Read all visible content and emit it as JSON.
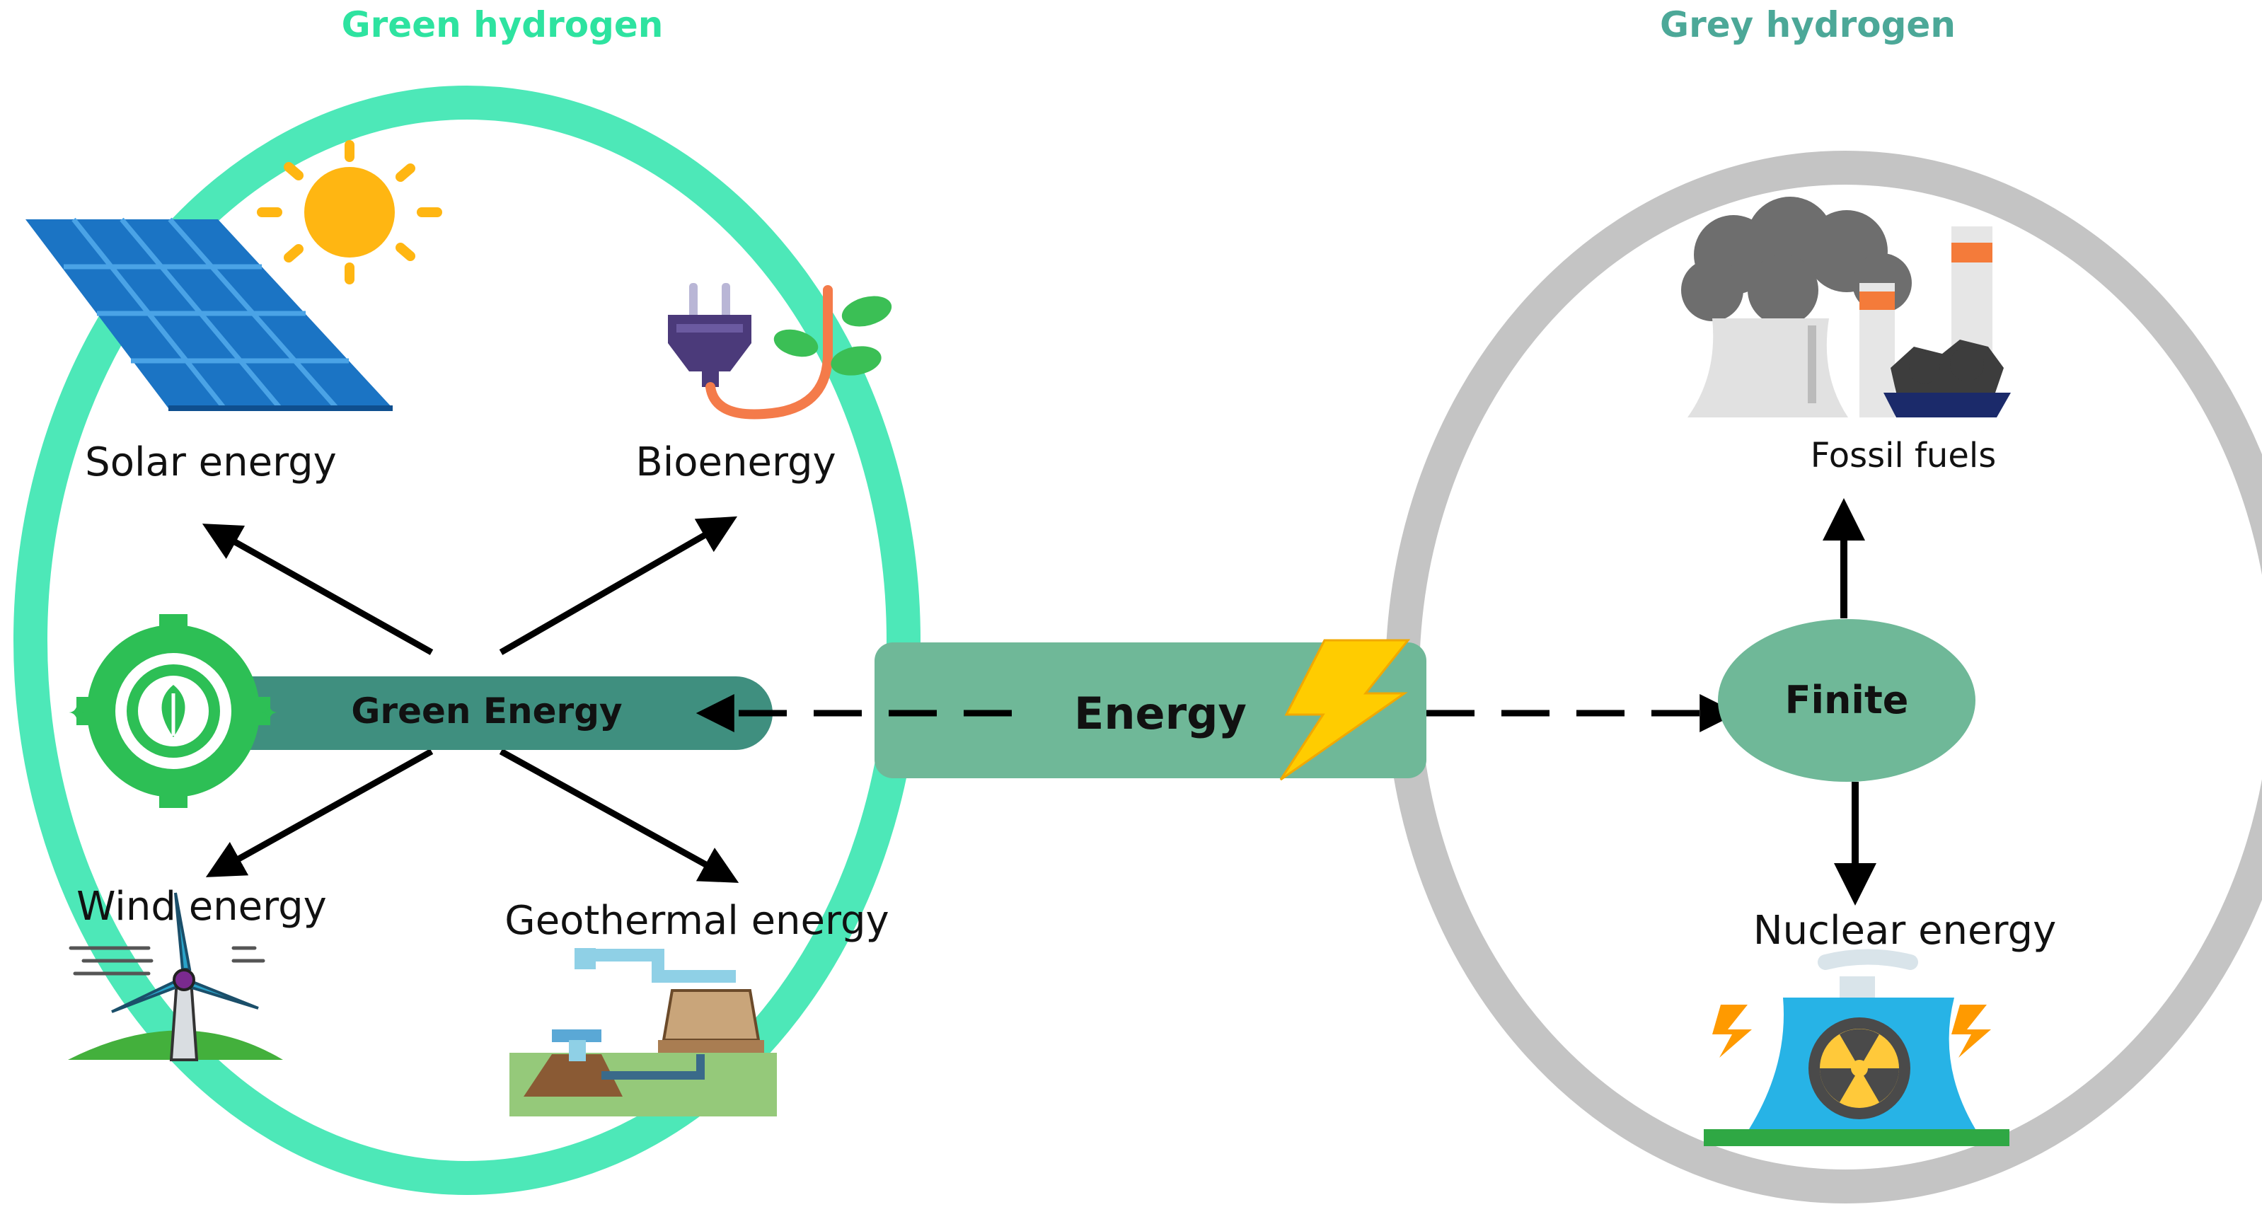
{
  "green_side": {
    "title": "Green hydrogen",
    "title_color": "#2ee3a0",
    "ring_color": "#4de8b8",
    "hub_label": "Green Energy",
    "hub_color": "#3f8f7f",
    "nodes": {
      "solar": "Solar energy",
      "bio": "Bioenergy",
      "wind": "Wind energy",
      "geo": "Geothermal energy"
    }
  },
  "center": {
    "label": "Energy",
    "box_color": "#6fb898",
    "bolt_color": "#ffcc00"
  },
  "grey_side": {
    "title": "Grey hydrogen",
    "title_color": "#4ca898",
    "ring_color": "#c4c4c4",
    "hub_label": "Finite",
    "hub_color": "#6fb898",
    "nodes": {
      "fossil": "Fossil fuels",
      "nuclear": "Nuclear energy"
    }
  }
}
